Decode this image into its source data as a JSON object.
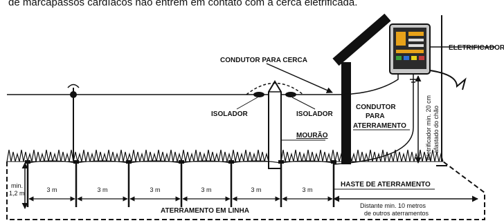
{
  "caption_top": "de marcapassos cardíacos não entrem em contato com a cerca eletrificada.",
  "labels": {
    "conductor_fence": "CONDUTOR PARA CERCA",
    "electrifier": "ELETRIFICADOR",
    "insulator_left": "ISOLADOR",
    "insulator_right": "ISOLADOR",
    "post": "MOURÃO",
    "ground_conductor_line1": "CONDUTOR",
    "ground_conductor_line2": "PARA",
    "ground_conductor_line3": "ATERRAMENTO",
    "ground_rod": "HASTE DE ATERRAMENTO",
    "inline_grounding": "ATERRAMENTO EM LINHA",
    "min_depth_line1": "min.",
    "min_depth_line2": "1,2 m",
    "distance_line1": "Distante min. 10 metros",
    "distance_line2": "de outros aterramentos",
    "height_line1": "Eletrificador min. 20 cm",
    "height_line2": "afastado do chão"
  },
  "spacings": [
    "3 m",
    "3 m",
    "3 m",
    "3 m",
    "3 m",
    "3 m"
  ],
  "colors": {
    "ink": "#111111",
    "device_body": "#c8c8c8",
    "device_panel": "#2b2b2b",
    "device_accent": "#e8a21a"
  }
}
